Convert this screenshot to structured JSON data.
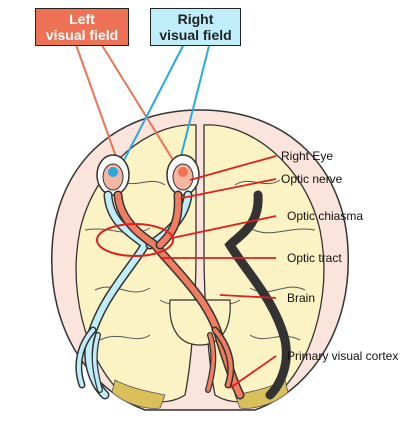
{
  "fields": {
    "left": {
      "line1": "Left",
      "line2": "visual field"
    },
    "right": {
      "line1": "Right",
      "line2": "visual field"
    }
  },
  "labels": {
    "right_eye": "Right Eye",
    "optic_nerve": "Optic nerve",
    "optic_chiasma": "Optic chiasma",
    "optic_tract": "Optic tract",
    "brain": "Brain",
    "primary_visual_cortex": "Primary visual cortex"
  },
  "colors": {
    "left_field": "#ee7356",
    "right_field": "#bfeefa",
    "left_pathway": "#f07d5f",
    "right_pathway": "#2aa8e0",
    "brain": "#fbf3c4",
    "skull": "#fbe4dc",
    "cortex": "#d9c05a",
    "pointer": "#e02020"
  }
}
